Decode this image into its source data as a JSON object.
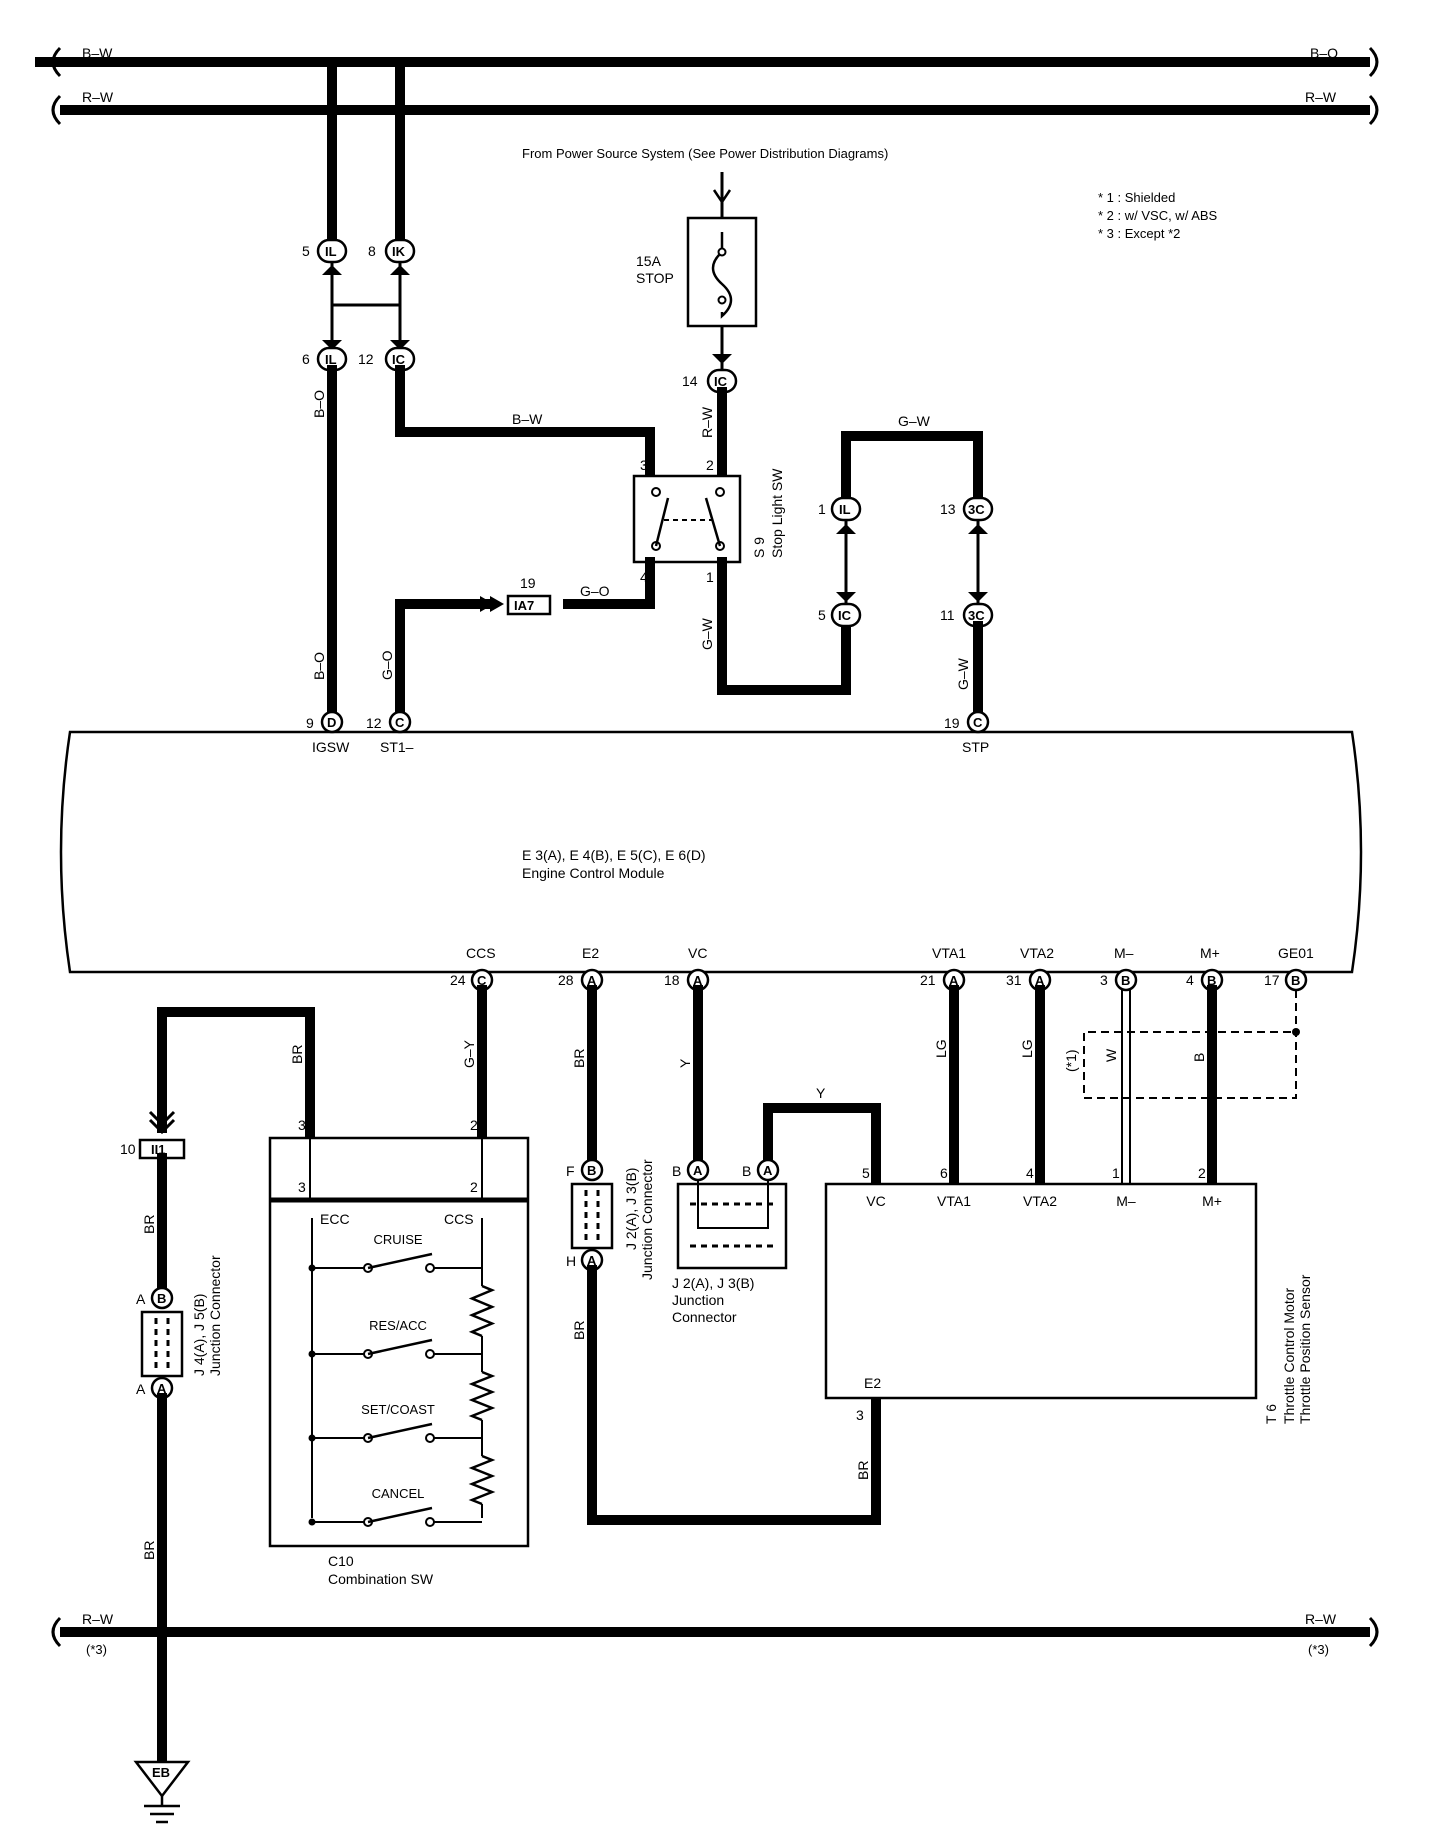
{
  "power_source": "From Power Source System (See Power Distribution Diagrams)",
  "notes": [
    "* 1 : Shielded",
    "* 2 : w/ VSC,  w/ ABS",
    "* 3 : Except *2"
  ],
  "buses": {
    "top1_left": "B–W",
    "top1_right": "B–O",
    "top2_left": "R–W",
    "top2_right": "R–W",
    "bottom_left": "R–W",
    "bottom_right": "R–W",
    "bottom_left_note": "(*3)",
    "bottom_right_note": "(*3)"
  },
  "fuse": {
    "rating": "15A",
    "name": "STOP"
  },
  "connectors": {
    "il_a": {
      "pin": "5",
      "code": "IL"
    },
    "ik": {
      "pin": "8",
      "code": "IK"
    },
    "il_b": {
      "pin": "6",
      "code": "IL"
    },
    "ic_a": {
      "pin": "12",
      "code": "IC"
    },
    "ic_b": {
      "pin": "14",
      "code": "IC"
    },
    "il_c": {
      "pin": "1",
      "code": "IL"
    },
    "c3_a": {
      "pin": "13",
      "code": "3C"
    },
    "ic_c": {
      "pin": "5",
      "code": "IC"
    },
    "c3_b": {
      "pin": "11",
      "code": "3C"
    },
    "ia7": {
      "pin": "19",
      "code": "IA7"
    },
    "ii1": {
      "pin": "10",
      "code": "II1"
    }
  },
  "wires": {
    "bw_top": "B–W",
    "bo_left": "B–O",
    "rw_fuse": "R–W",
    "gw_top": "G–W",
    "go_mid": "G–O",
    "gw_sw": "G–W",
    "bo_low": "B–O",
    "go_low": "G–O",
    "gw_right": "G–W",
    "br_a": "BR",
    "gy": "G–Y",
    "br_b": "BR",
    "y_a": "Y",
    "lg_a": "LG",
    "lg_b": "LG",
    "shield_note": "(*1)",
    "w": "W",
    "b": "B",
    "y_b": "Y",
    "br_c": "BR",
    "br_d": "BR",
    "br_e": "BR",
    "br_f": "BR"
  },
  "stop_switch": {
    "id": "S 9",
    "name": "Stop Light SW",
    "pins": {
      "p3": "3",
      "p2": "2",
      "p4": "4",
      "p1": "1"
    }
  },
  "ecm": {
    "line1": "E 3(A), E 4(B), E 5(C), E 6(D)",
    "line2": "Engine Control Module",
    "top_pins": [
      {
        "num": "9",
        "letter": "D",
        "name": "IGSW"
      },
      {
        "num": "12",
        "letter": "C",
        "name": "ST1–"
      },
      {
        "num": "19",
        "letter": "C",
        "name": "STP"
      }
    ],
    "bottom_pins": [
      {
        "num": "24",
        "letter": "C",
        "name": "CCS"
      },
      {
        "num": "28",
        "letter": "A",
        "name": "E2"
      },
      {
        "num": "18",
        "letter": "A",
        "name": "VC"
      },
      {
        "num": "21",
        "letter": "A",
        "name": "VTA1"
      },
      {
        "num": "31",
        "letter": "A",
        "name": "VTA2"
      },
      {
        "num": "3",
        "letter": "B",
        "name": "M–"
      },
      {
        "num": "4",
        "letter": "B",
        "name": "M+"
      },
      {
        "num": "17",
        "letter": "B",
        "name": "GE01"
      }
    ]
  },
  "combination_sw": {
    "id": "C10",
    "name": "Combination SW",
    "pin3": "3",
    "pin2": "2",
    "inner3": "3",
    "inner2": "2",
    "ecc": "ECC",
    "ccs": "CCS",
    "switches": [
      "CRUISE",
      "RES/ACC",
      "SET/COAST",
      "CANCEL"
    ]
  },
  "junction_j4": {
    "label1": "J 4(A), J 5(B)",
    "label2": "Junction Connector",
    "top_letter": "A",
    "top_code": "B",
    "bottom_letter": "A",
    "bottom_code": "A"
  },
  "junction_j2_left": {
    "label1": "J 2(A), J 3(B)",
    "label2": "Junction Connector",
    "top_letter": "F",
    "top_code": "B",
    "bottom_letter": "H",
    "bottom_code": "A"
  },
  "junction_j2_mid": {
    "label1": "J 2(A), J 3(B)",
    "label2": "Junction",
    "label3": "Connector",
    "p1_letter": "B",
    "p1_code": "A",
    "p2_letter": "B",
    "p2_code": "A"
  },
  "throttle": {
    "id": "T 6",
    "name1": "Throttle Control Motor",
    "name2": "Throttle Position Sensor",
    "pins": [
      {
        "num": "5",
        "name": "VC"
      },
      {
        "num": "6",
        "name": "VTA1"
      },
      {
        "num": "4",
        "name": "VTA2"
      },
      {
        "num": "1",
        "name": "M–"
      },
      {
        "num": "2",
        "name": "M+"
      }
    ],
    "e2_pin": "3",
    "e2_name": "E2"
  },
  "ground": {
    "code": "EB"
  }
}
